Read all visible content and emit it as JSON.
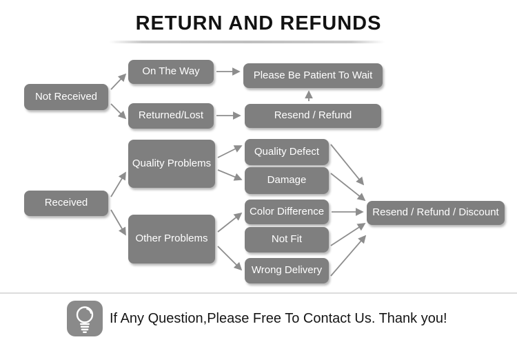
{
  "title": "RETURN AND REFUNDS",
  "colors": {
    "background": "#ffffff",
    "node_fill": "#7f7f7f",
    "node_text": "#ffffff",
    "arrow": "#8d8d8d",
    "title_text": "#121212",
    "underline": "#bfbfbf",
    "divider": "#dcdcdc",
    "bulb_badge": "#8a8a8a"
  },
  "diagram": {
    "nodes": {
      "not_received": {
        "label": "Not Received"
      },
      "on_the_way": {
        "label": "On The Way"
      },
      "please_wait": {
        "label": "Please Be Patient To Wait"
      },
      "returned_lost": {
        "label": "Returned/Lost"
      },
      "resend_refund": {
        "label": "Resend / Refund"
      },
      "received": {
        "label": "Received"
      },
      "quality_problems": {
        "label": "Quality Problems"
      },
      "other_problems": {
        "label": "Other Problems"
      },
      "quality_defect": {
        "label": "Quality Defect"
      },
      "damage": {
        "label": "Damage"
      },
      "color_difference": {
        "label": "Color Difference"
      },
      "not_fit": {
        "label": "Not Fit"
      },
      "wrong_delivery": {
        "label": "Wrong Delivery"
      },
      "resend_refund_discount": {
        "label": "Resend / Refund / Discount"
      }
    },
    "edges": [
      {
        "from": "not_received",
        "to": "on_the_way"
      },
      {
        "from": "not_received",
        "to": "returned_lost"
      },
      {
        "from": "on_the_way",
        "to": "please_wait"
      },
      {
        "from": "returned_lost",
        "to": "resend_refund"
      },
      {
        "from": "resend_refund",
        "to": "please_wait"
      },
      {
        "from": "received",
        "to": "quality_problems"
      },
      {
        "from": "received",
        "to": "other_problems"
      },
      {
        "from": "quality_problems",
        "to": "quality_defect"
      },
      {
        "from": "quality_problems",
        "to": "damage"
      },
      {
        "from": "other_problems",
        "to": "color_difference"
      },
      {
        "from": "other_problems",
        "to": "wrong_delivery"
      },
      {
        "from": "quality_defect",
        "to": "resend_refund_discount"
      },
      {
        "from": "damage",
        "to": "resend_refund_discount"
      },
      {
        "from": "color_difference",
        "to": "resend_refund_discount"
      },
      {
        "from": "not_fit",
        "to": "resend_refund_discount"
      },
      {
        "from": "wrong_delivery",
        "to": "resend_refund_discount"
      }
    ]
  },
  "footer": {
    "icon": "light-bulb-icon",
    "message": "If Any Question,Please Free To Contact Us. Thank you!"
  }
}
